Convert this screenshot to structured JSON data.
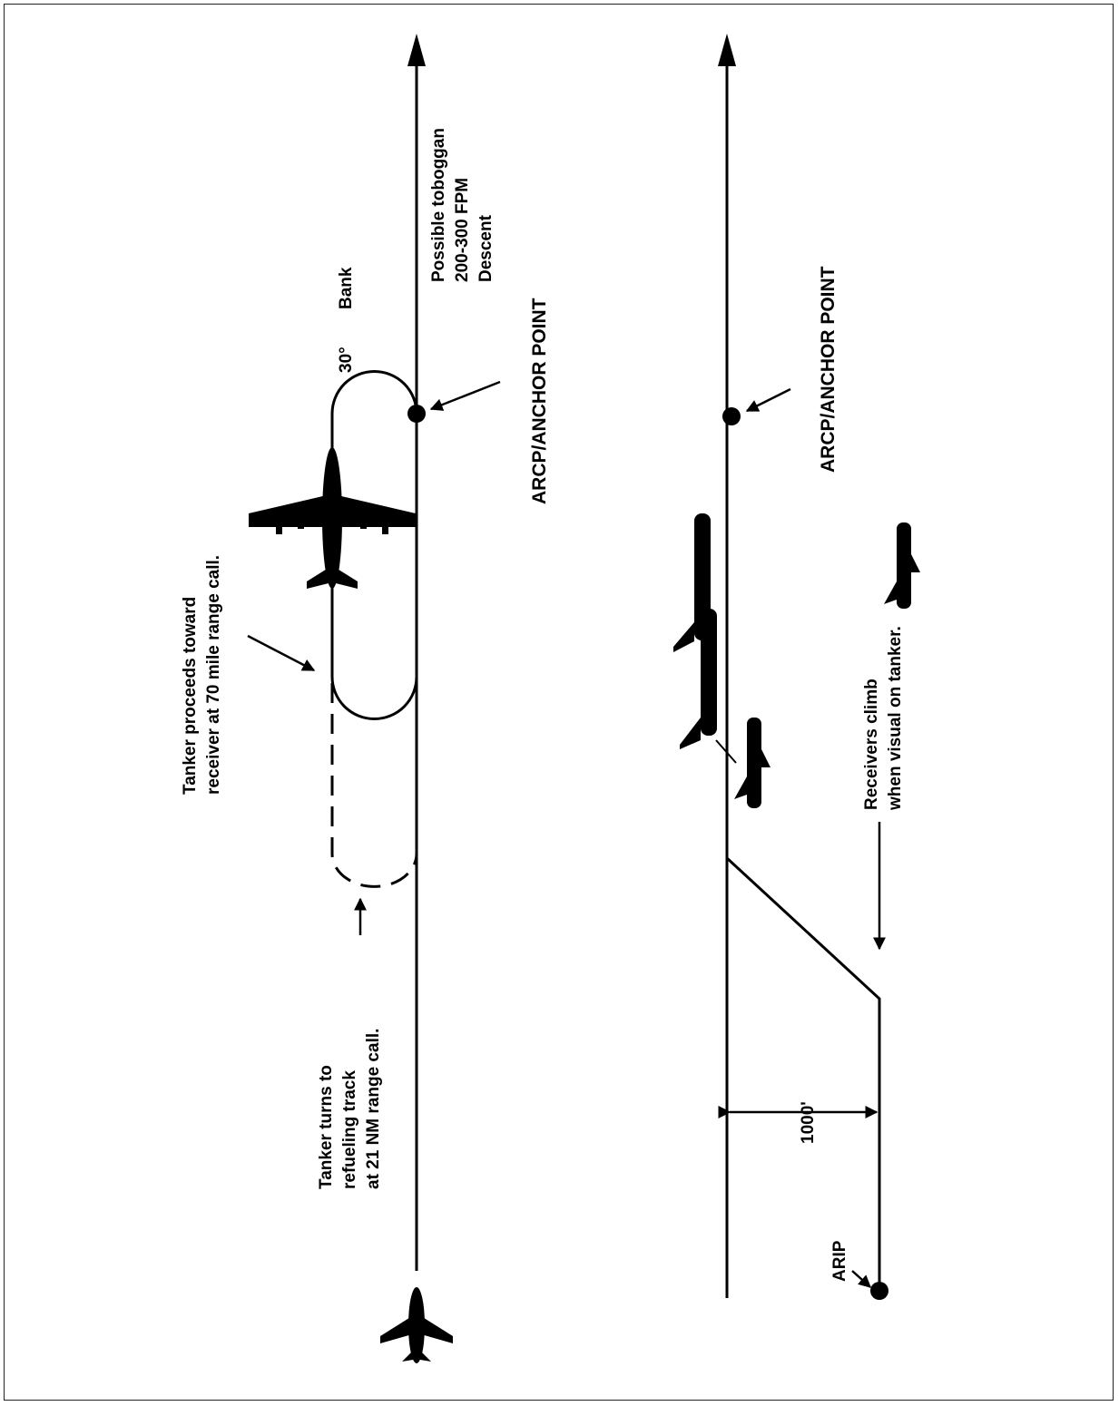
{
  "diagram": {
    "top_view": {
      "anchor_label": "ARCP/ANCHOR POINT",
      "bank_label": [
        "30°",
        "Bank"
      ],
      "toboggan_label": [
        "Possible toboggan",
        "200-300 FPM",
        "Descent"
      ],
      "tanker_proceeds_label": [
        "Tanker proceeds toward",
        "receiver at 70 mile range call."
      ],
      "tanker_turns_label": [
        "Tanker turns to",
        "refueling track",
        "at 21 NM range call."
      ]
    },
    "side_view": {
      "anchor_label": "ARCP/ANCHOR POINT",
      "receivers_climb_label": [
        "Receivers climb",
        "when visual on tanker."
      ],
      "separation_label": "1000'",
      "arip_label": "ARIP"
    },
    "icons": [
      "receiver-jet-icon",
      "tanker-jet-icon",
      "fighter-icon"
    ]
  }
}
